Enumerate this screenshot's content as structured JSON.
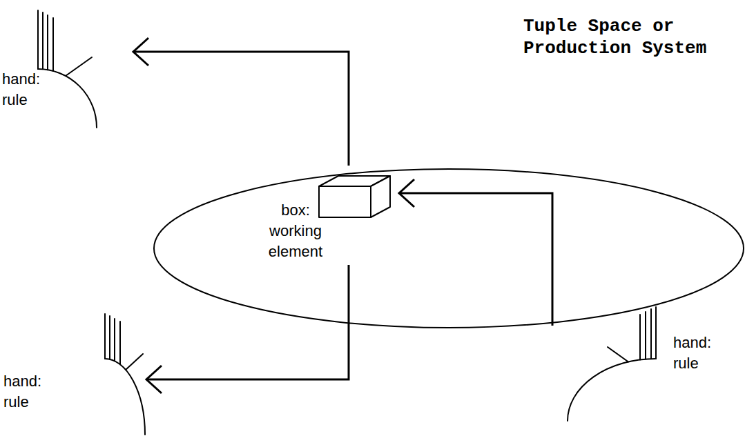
{
  "diagram": {
    "nodes": [
      {
        "text": [
          "hand: rule"
        ]
      },
      {
        "text": [
          "Tuple Space or Production System"
        ]
      },
      {
        "text": [
          "box: working element"
        ],
        "in": 1
      },
      {
        "text": [
          "hand: rule"
        ]
      },
      {
        "text": [
          "hand: rule"
        ]
      }
    ],
    "edges": [
      {
        "from": 2,
        "to": 0,
        "arrow": "to"
      },
      {
        "from": 2,
        "to": 3,
        "arrow": "to"
      },
      {
        "from": 4,
        "to": 2,
        "arrow": "to"
      }
    ]
  }
}
